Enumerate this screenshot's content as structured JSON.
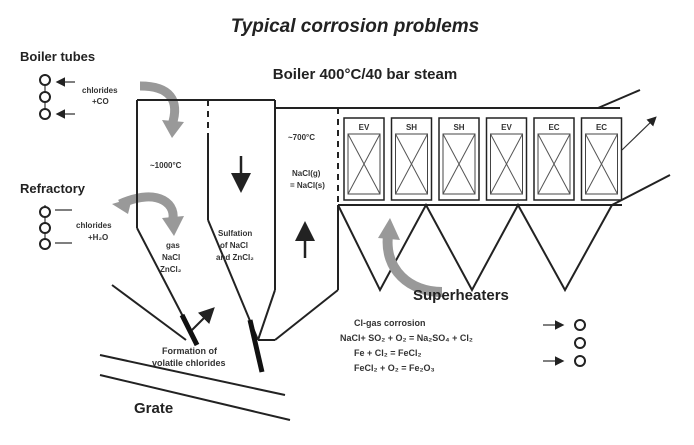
{
  "title": "Typical corrosion problems",
  "boiler_label": "Boiler 400°C/40 bar steam",
  "boiler_tubes": {
    "label": "Boiler tubes",
    "note_line1": "chlorides",
    "note_line2": "+CO"
  },
  "refractory": {
    "label": "Refractory",
    "note_line1": "chlorides",
    "note_line2": "+H₂O"
  },
  "furnace": {
    "temp": "~1000°C",
    "gas_line1": "gas",
    "gas_line2": "NaCl",
    "gas_line3": "ZnCl₂"
  },
  "sulfation": {
    "line1": "Sulfation",
    "line2": "of NaCl",
    "line3": "and ZnCl₂"
  },
  "third_pass": {
    "temp": "~700°C",
    "line1": "NaCl(g)",
    "line2": "= NaCl(s)"
  },
  "heat_exchangers": [
    "EV",
    "SH",
    "SH",
    "EV",
    "EC",
    "EC"
  ],
  "superheaters_label": "Superheaters",
  "formation": {
    "line1": "Formation of",
    "line2": "volatile chlorides"
  },
  "grate_label": "Grate",
  "reactions": {
    "header": "Cl-gas corrosion",
    "r1": "NaCl+ SO₂ + O₂ = Na₂SO₄ + Cl₂",
    "r2": "Fe + Cl₂ = FeCl₂",
    "r3": "FeCl₂ + O₂ = Fe₂O₃"
  }
}
